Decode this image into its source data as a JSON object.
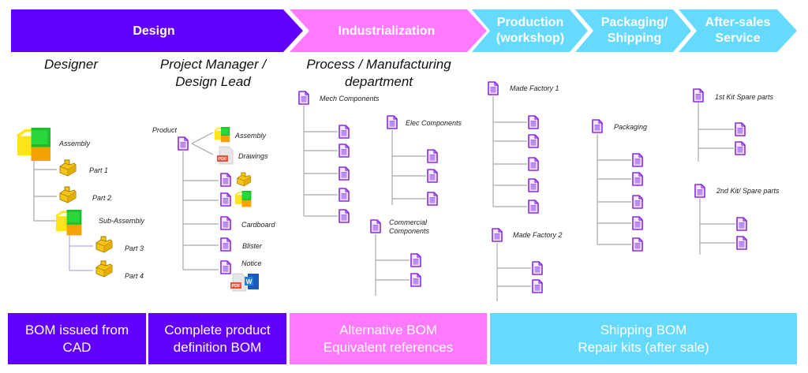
{
  "colors": {
    "design": "#6200ff",
    "industrialization": "#ff7aff",
    "downstream": "#66d9ff",
    "doc_icon": "#8a2be2",
    "tree_line": "#a9a9a9"
  },
  "phases": [
    {
      "label": "Design"
    },
    {
      "label": "Industrialization"
    },
    {
      "label": "Production\n(workshop)"
    },
    {
      "label": "Packaging/\nShipping"
    },
    {
      "label": "After-sales\nService"
    }
  ],
  "roles": [
    {
      "label": "Designer"
    },
    {
      "label": "Project Manager /\nDesign Lead"
    },
    {
      "label": "Process / Manufacturing\ndepartment"
    }
  ],
  "trees": {
    "designer": {
      "root": "Assembly",
      "children": [
        "Part 1",
        "Part 2",
        "Sub-Assembly"
      ],
      "sub_children": [
        "Part 3",
        "Part 4"
      ]
    },
    "project_manager": {
      "root": "Product",
      "linked": [
        "Assembly",
        "Drawings"
      ],
      "children": [
        "",
        "",
        "Cardboard",
        "Blister",
        "Notice"
      ]
    },
    "process": {
      "groups": [
        {
          "label": "Mech Components",
          "items": 5
        },
        {
          "label": "Elec Components",
          "items": 3
        },
        {
          "label": "Commercial\nComponents",
          "items": 2
        }
      ]
    },
    "production": {
      "groups": [
        {
          "label": "Made Factory 1",
          "items": 5
        },
        {
          "label": "Made Factory 2",
          "items": 2
        }
      ]
    },
    "packaging": {
      "groups": [
        {
          "label": "Packaging",
          "items": 5
        }
      ]
    },
    "after_sales": {
      "groups": [
        {
          "label": "1st Kit Spare parts",
          "items": 2
        },
        {
          "label": "2nd Kit/ Spare parts",
          "items": 2
        }
      ]
    }
  },
  "file_badges": {
    "pdf": "PDF",
    "word": "W"
  },
  "bom_boxes": [
    {
      "label": "BOM issued from\nCAD"
    },
    {
      "label": "Complete product\ndefinition BOM"
    },
    {
      "label": "Alternative BOM\nEquivalent references"
    },
    {
      "label": "Shipping BOM\nRepair kits (after sale)"
    }
  ]
}
